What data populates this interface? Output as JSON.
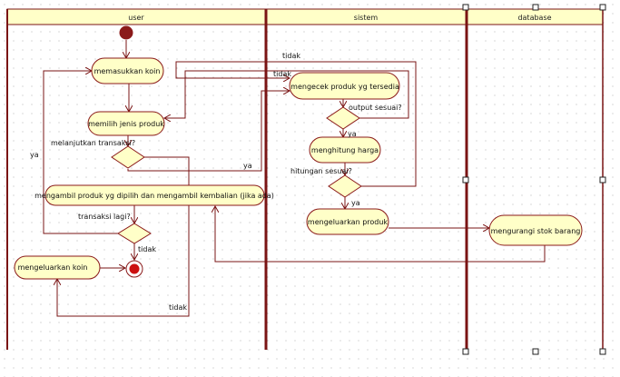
{
  "lanes": {
    "user": "user",
    "sistem": "sistem",
    "database": "database"
  },
  "nodes": {
    "memasukkan_koin": "memasukkan koin",
    "memilih_jenis_produk": "memilih jenis produk",
    "mengambil_produk": "mengambil produk yg dipilih dan mengambil kembalian (jika ada)",
    "mengeluarkan_koin": "mengeluarkan koin",
    "mengecek_produk": "mengecek produk yg tersedia",
    "menghitung_harga": "menghitung harga",
    "mengeluarkan_produk": "mengeluarkan produk",
    "mengurangi_stok": "mengurangi stok barang"
  },
  "decisions": {
    "melanjutkan_transaksi": "melanjutkan transaksi?",
    "transaksi_lagi": "transaksi lagi?",
    "output_sesuai": "output sesuai?",
    "hitungan_sesuai": "hitungan sesuai?"
  },
  "guards": {
    "ya_left": "ya",
    "ya_melanjutkan": "ya",
    "tidak_transaksi_lagi": "tidak",
    "tidak_bottom": "tidak",
    "tidak_top": "tidak",
    "tidak_mengecek": "tidak",
    "ya_output": "ya",
    "ya_hitungan": "ya"
  }
}
